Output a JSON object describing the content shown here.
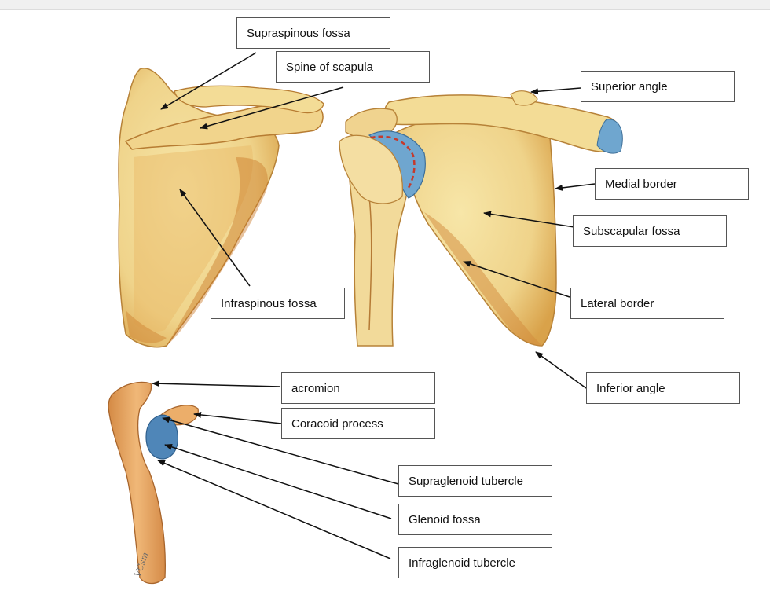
{
  "labels": {
    "supraspinous_fossa": "Supraspinous fossa",
    "spine_of_scapula": "Spine of scapula",
    "superior_angle": "Superior angle",
    "medial_border": "Medial border",
    "subscapular_fossa": "Subscapular fossa",
    "infraspinous_fossa": "Infraspinous fossa",
    "lateral_border": "Lateral border",
    "inferior_angle": "Inferior angle",
    "acromion": "acromion",
    "coracoid_process": "Coracoid process",
    "supraglenoid_tubercle": "Supraglenoid tubercle",
    "glenoid_fossa": "Glenoid fossa",
    "infraglenoid_tubercle": "Infraglenoid tubercle"
  },
  "signature": "VCsm",
  "colors": {
    "bone": "#f3dc96",
    "bone_shade": "#d89a3f",
    "cartilage": "#6fa6cf",
    "lateral_bone": "#e8a964",
    "glenoid_blue": "#4f86b8",
    "arrow": "#111111"
  }
}
